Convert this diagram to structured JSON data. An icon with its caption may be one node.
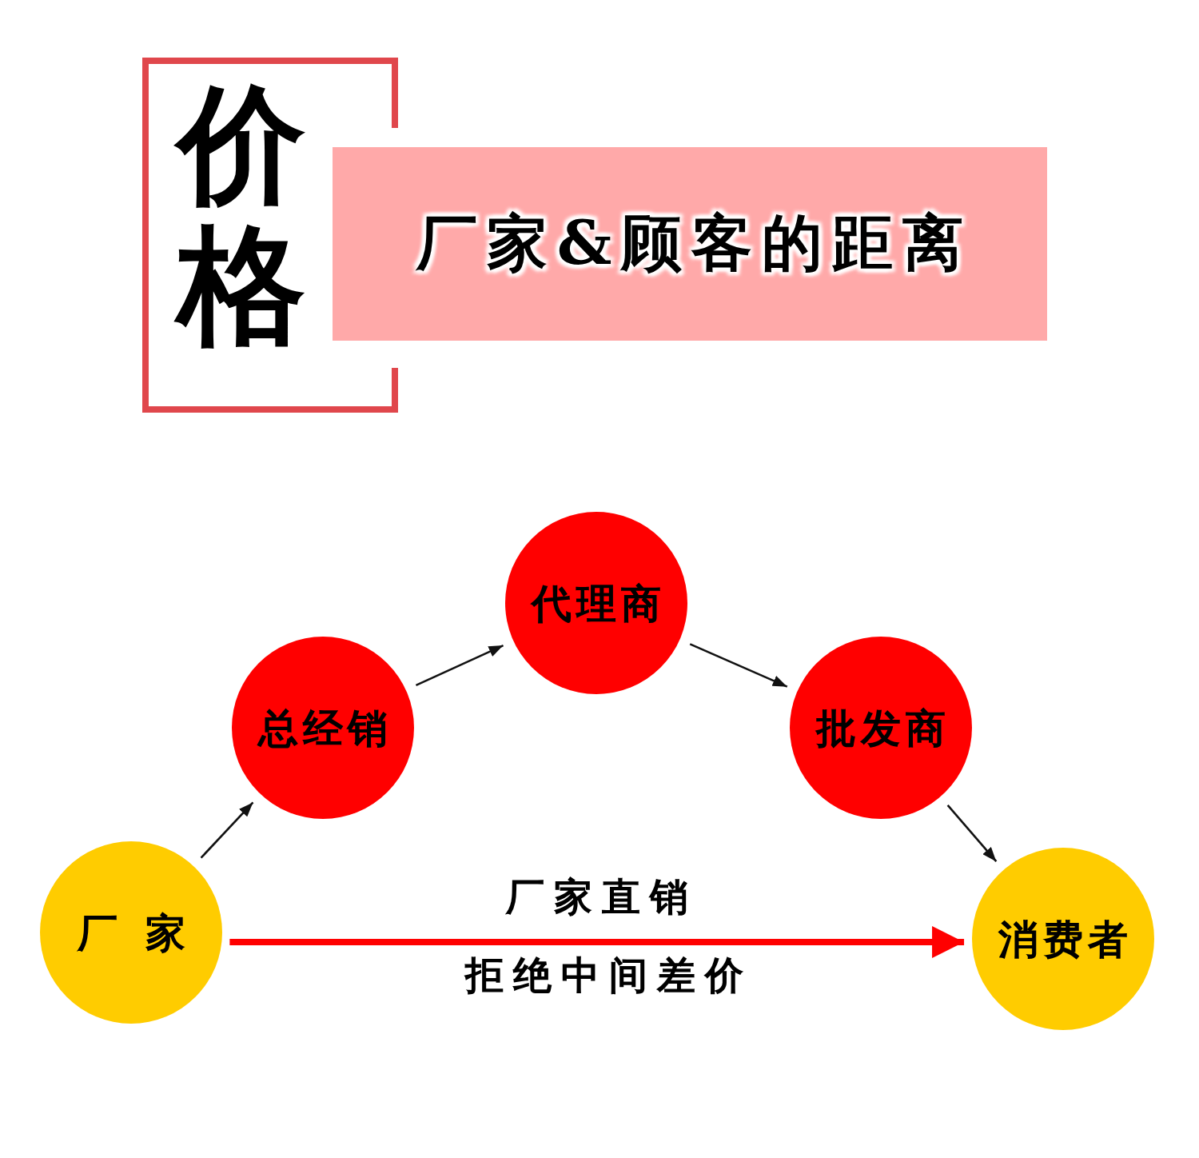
{
  "diagram": {
    "title": "价格",
    "nodes": [
      {
        "text": [
          "厂家&顾客的距离"
        ]
      },
      {
        "text": [
          "厂家"
        ]
      },
      {
        "text": [
          "总经销"
        ]
      },
      {
        "text": [
          "代理商"
        ]
      },
      {
        "text": [
          "批发商"
        ]
      },
      {
        "text": [
          "消费者"
        ]
      }
    ],
    "edges": [
      {
        "from": 1,
        "to": 2,
        "arrow": "to"
      },
      {
        "from": 2,
        "to": 3,
        "arrow": "to"
      },
      {
        "from": 3,
        "to": 4,
        "arrow": "to"
      },
      {
        "from": 4,
        "to": 5,
        "arrow": "to"
      },
      {
        "from": 1,
        "to": 5,
        "arrow": "to",
        "label": "厂家直销",
        "style": "thick",
        "color": "#ff0000"
      }
    ],
    "labels": [
      "拒绝中间差价"
    ]
  }
}
